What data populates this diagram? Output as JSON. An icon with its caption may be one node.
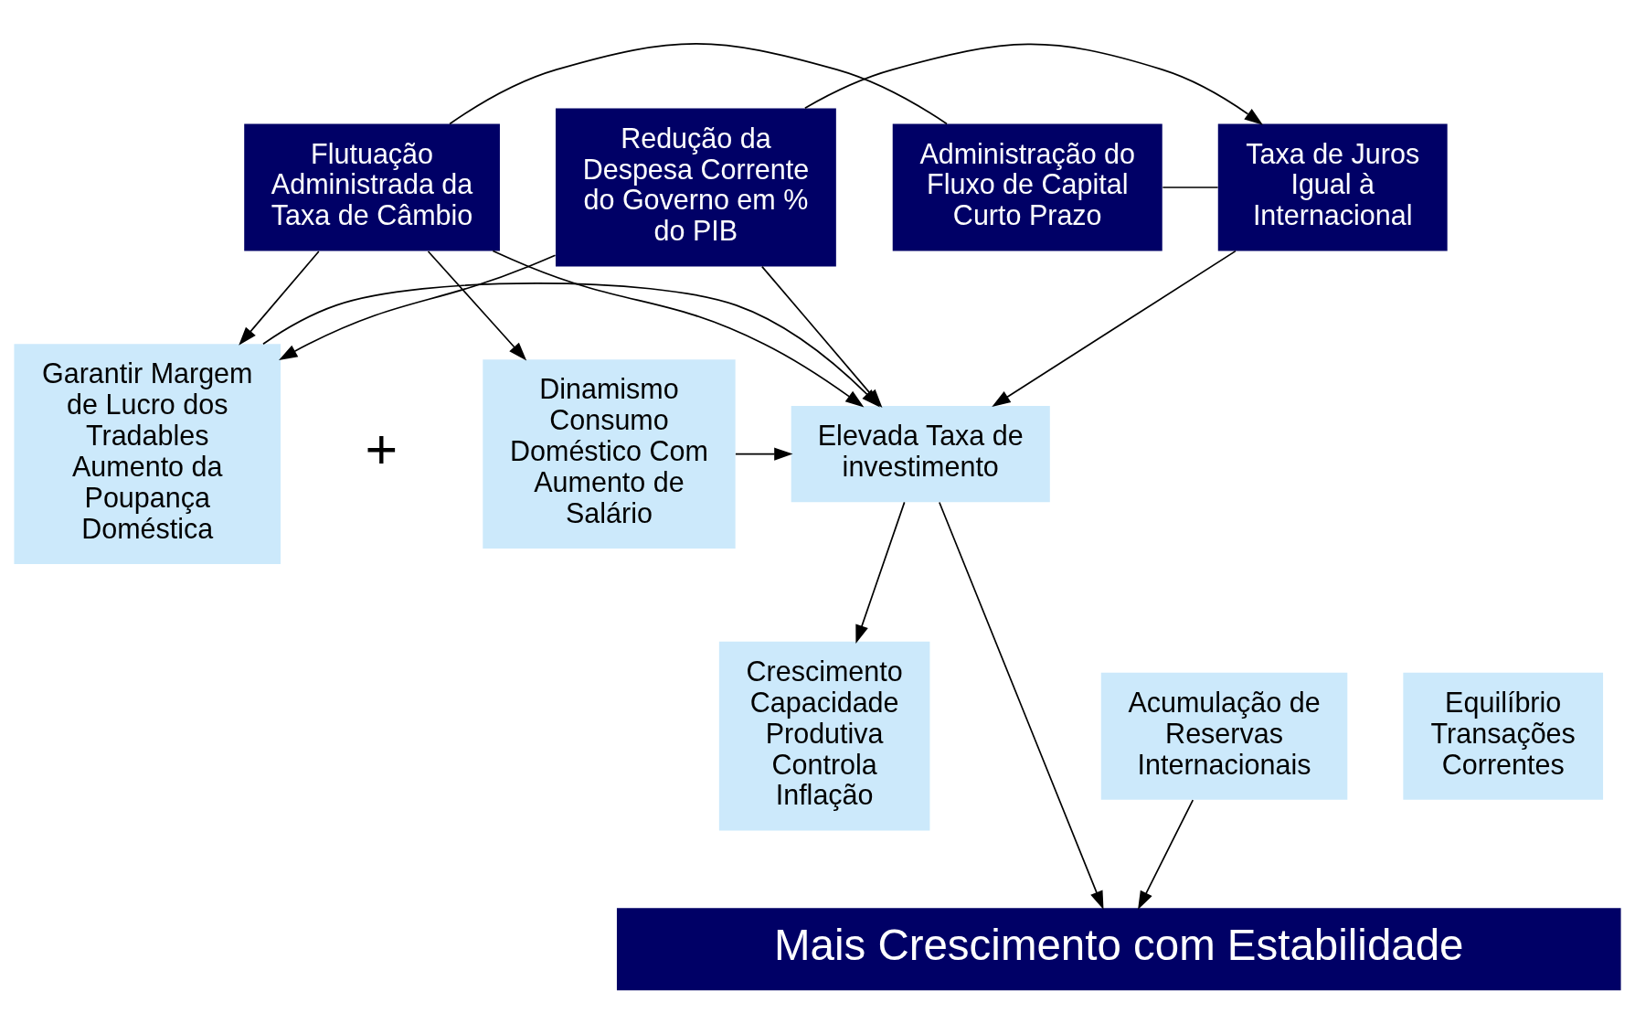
{
  "diagram": {
    "nodes": [
      {
        "text": [
          "Flutuação Administrada da Taxa de Câmbio"
        ]
      },
      {
        "text": [
          "Administração do Fluxo de Capital Curto Prazo"
        ]
      },
      {
        "text": [
          "Taxa de Juros Igual à Internacional"
        ]
      },
      {
        "text": [
          "Redução da Despesa Corrente do Governo em % do PIB"
        ]
      },
      {
        "text": [
          "Garantir Margem de Lucro dos Tradables Aumento da Poupança Doméstica"
        ]
      },
      {
        "text": [
          "Dinamismo Consumo Doméstico Com Aumento de Salário"
        ]
      },
      {
        "text": [
          "Elevada Taxa de investimento"
        ]
      },
      {
        "text": [
          "Equilíbrio Transações Correntes"
        ]
      },
      {
        "text": [
          "Acumulação de Reservas Internacionais"
        ]
      },
      {
        "text": [
          "Crescimento Capacidade Produtiva Controla Inflação"
        ]
      },
      {
        "text": [
          "Mais Crescimento com Estabilidade"
        ]
      }
    ],
    "edges": [
      {
        "from": 0,
        "to": 6,
        "arrow": "to"
      },
      {
        "from": 0,
        "to": 1,
        "arrow": "none"
      },
      {
        "from": 1,
        "to": 2,
        "arrow": "none"
      },
      {
        "from": 3,
        "to": 2,
        "arrow": "to"
      },
      {
        "from": 0,
        "to": 4,
        "arrow": "to"
      },
      {
        "from": 0,
        "to": 5,
        "arrow": "to"
      },
      {
        "from": 3,
        "to": 4,
        "arrow": "to"
      },
      {
        "from": 3,
        "to": 6,
        "arrow": "to"
      },
      {
        "from": 2,
        "to": 6,
        "arrow": "to"
      },
      {
        "from": 5,
        "to": 6,
        "arrow": "to"
      },
      {
        "from": 4,
        "to": 6,
        "arrow": "to"
      },
      {
        "from": 6,
        "to": 9,
        "arrow": "to"
      },
      {
        "from": 6,
        "to": 10,
        "arrow": "to"
      },
      {
        "from": 8,
        "to": 10,
        "arrow": "to"
      }
    ],
    "labels": [
      "+"
    ]
  }
}
